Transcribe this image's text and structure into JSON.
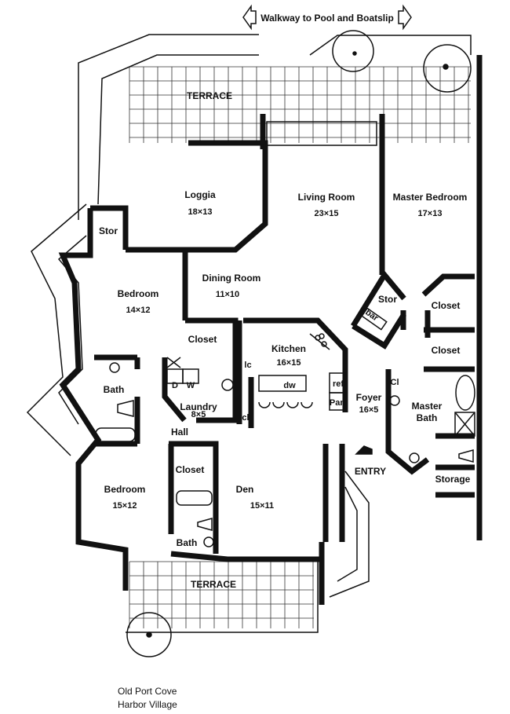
{
  "title": "Walkway to Pool and Boatslip",
  "rooms": {
    "terrace_top": "TERRACE",
    "loggia": {
      "name": "Loggia",
      "size": "18×13"
    },
    "living_room": {
      "name": "Living Room",
      "size": "23×15"
    },
    "master_bedroom": {
      "name": "Master Bedroom",
      "size": "17×13"
    },
    "stor_left": "Stor",
    "bedroom_1": {
      "name": "Bedroom",
      "size": "14×12"
    },
    "dining_room": {
      "name": "Dining Room",
      "size": "11×10"
    },
    "stor_bar": "Stor",
    "bar": "bar",
    "closet_bedroom": "Closet",
    "closet_master_1": "Closet",
    "closet_master_2": "Closet",
    "kitchen": {
      "name": "Kitchen",
      "size": "16×15"
    },
    "lc": "lc",
    "dw": "dw",
    "ref": "ref",
    "pan": "Pan",
    "dryer": "D",
    "washer": "W",
    "laundry": {
      "name": "Laundry",
      "size": "8×5"
    },
    "bath_1": "Bath",
    "cl_kitchen": "cl",
    "foyer": {
      "name": "Foyer",
      "size": "16×5"
    },
    "cl_foyer": "Cl",
    "master_bath": {
      "name": "Master",
      "name2": "Bath"
    },
    "hall": "Hall",
    "closet_hall": "Closet",
    "bedroom_2": {
      "name": "Bedroom",
      "size": "15×12"
    },
    "den": {
      "name": "Den",
      "size": "15×11"
    },
    "entry": "ENTRY",
    "storage": "Storage",
    "bath_2": "Bath",
    "terrace_bottom": "TERRACE"
  },
  "footer": {
    "line1": "Old Port Cove",
    "line2": "Harbor Village"
  }
}
